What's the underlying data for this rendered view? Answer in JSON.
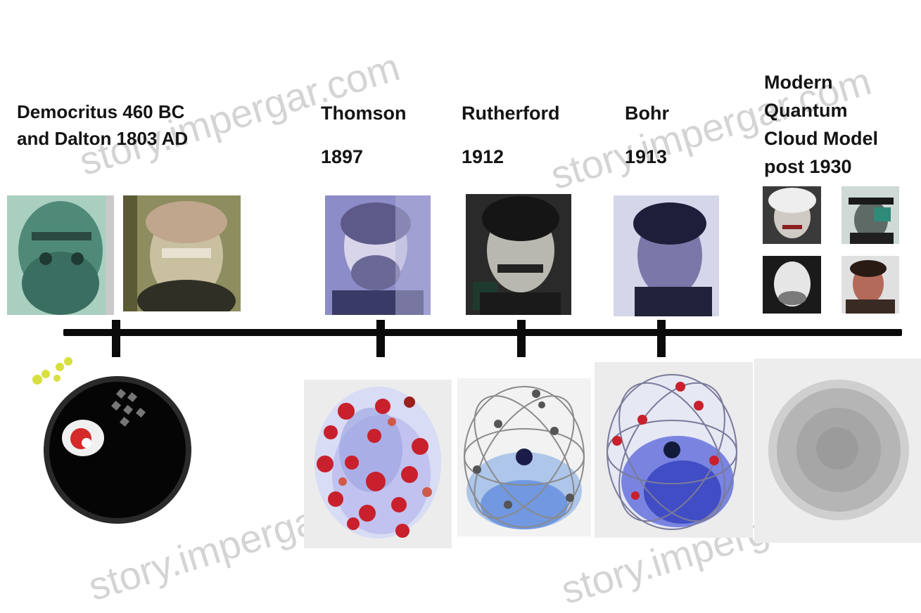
{
  "eras": [
    {
      "id": "democritus",
      "line1": "Democritus 460 BC",
      "line2": "and Dalton 1803 AD"
    },
    {
      "id": "thomson",
      "line1": "Thomson",
      "line2": "1897"
    },
    {
      "id": "rutherford",
      "line1": "Rutherford",
      "line2": "1912"
    },
    {
      "id": "bohr",
      "line1": "Bohr",
      "line2": "1913"
    },
    {
      "id": "modern",
      "line1": "Modern",
      "line2": "Quantum",
      "line3": "Cloud Model",
      "line4": "post 1930"
    }
  ],
  "watermark": "story.impergar.com",
  "colors": {
    "timeline": "#0a0a0a",
    "portrait_blue": "#8c8cc8",
    "portrait_green": "#7fb59c",
    "electron_red": "#c8202c",
    "orbit_blue": "#3a5fd0"
  }
}
